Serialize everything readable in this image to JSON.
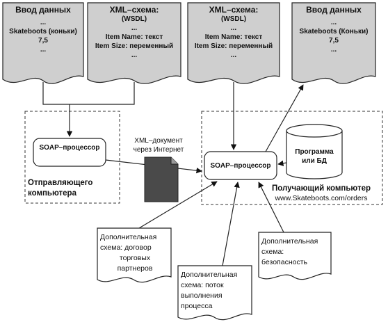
{
  "input_left": {
    "title": "Ввод данных",
    "lines": [
      "...",
      "Skateboots (коньки)",
      "7,5",
      "..."
    ]
  },
  "xml_left": {
    "title": "XML–схема:",
    "lines": [
      "(WSDL)",
      "...",
      "Item Name: текст",
      "Item Size: переменный",
      "..."
    ]
  },
  "xml_right": {
    "title": "XML–схема:",
    "lines": [
      "(WSDL)",
      "...",
      "Item Name: текст",
      "Item Size: переменный",
      "..."
    ]
  },
  "input_right": {
    "title": "Ввод данных",
    "lines": [
      "...",
      "Skateboots (Коньки)",
      "7,5",
      "..."
    ]
  },
  "sender": {
    "processor": "SOAP–процессор",
    "caption_lines": [
      "Отправляющего",
      "компьютера"
    ]
  },
  "xml_doc_caption": [
    "XML–документ",
    "через Интернет"
  ],
  "receiver": {
    "processor": "SOAP–процессор",
    "db_lines": [
      "Программа",
      "или БД"
    ],
    "caption_lines": [
      "Получающий компьютер",
      "www.Skateboots.com/orders"
    ]
  },
  "notes": [
    {
      "lines": [
        "Дополнительная",
        "схема: договор",
        "торговых",
        "партнеров"
      ]
    },
    {
      "lines": [
        "Дополнительная",
        "схема: поток",
        "выполнения",
        "процесса"
      ]
    },
    {
      "lines": [
        "Дополнительная",
        "схема:",
        "безопасность"
      ]
    }
  ]
}
